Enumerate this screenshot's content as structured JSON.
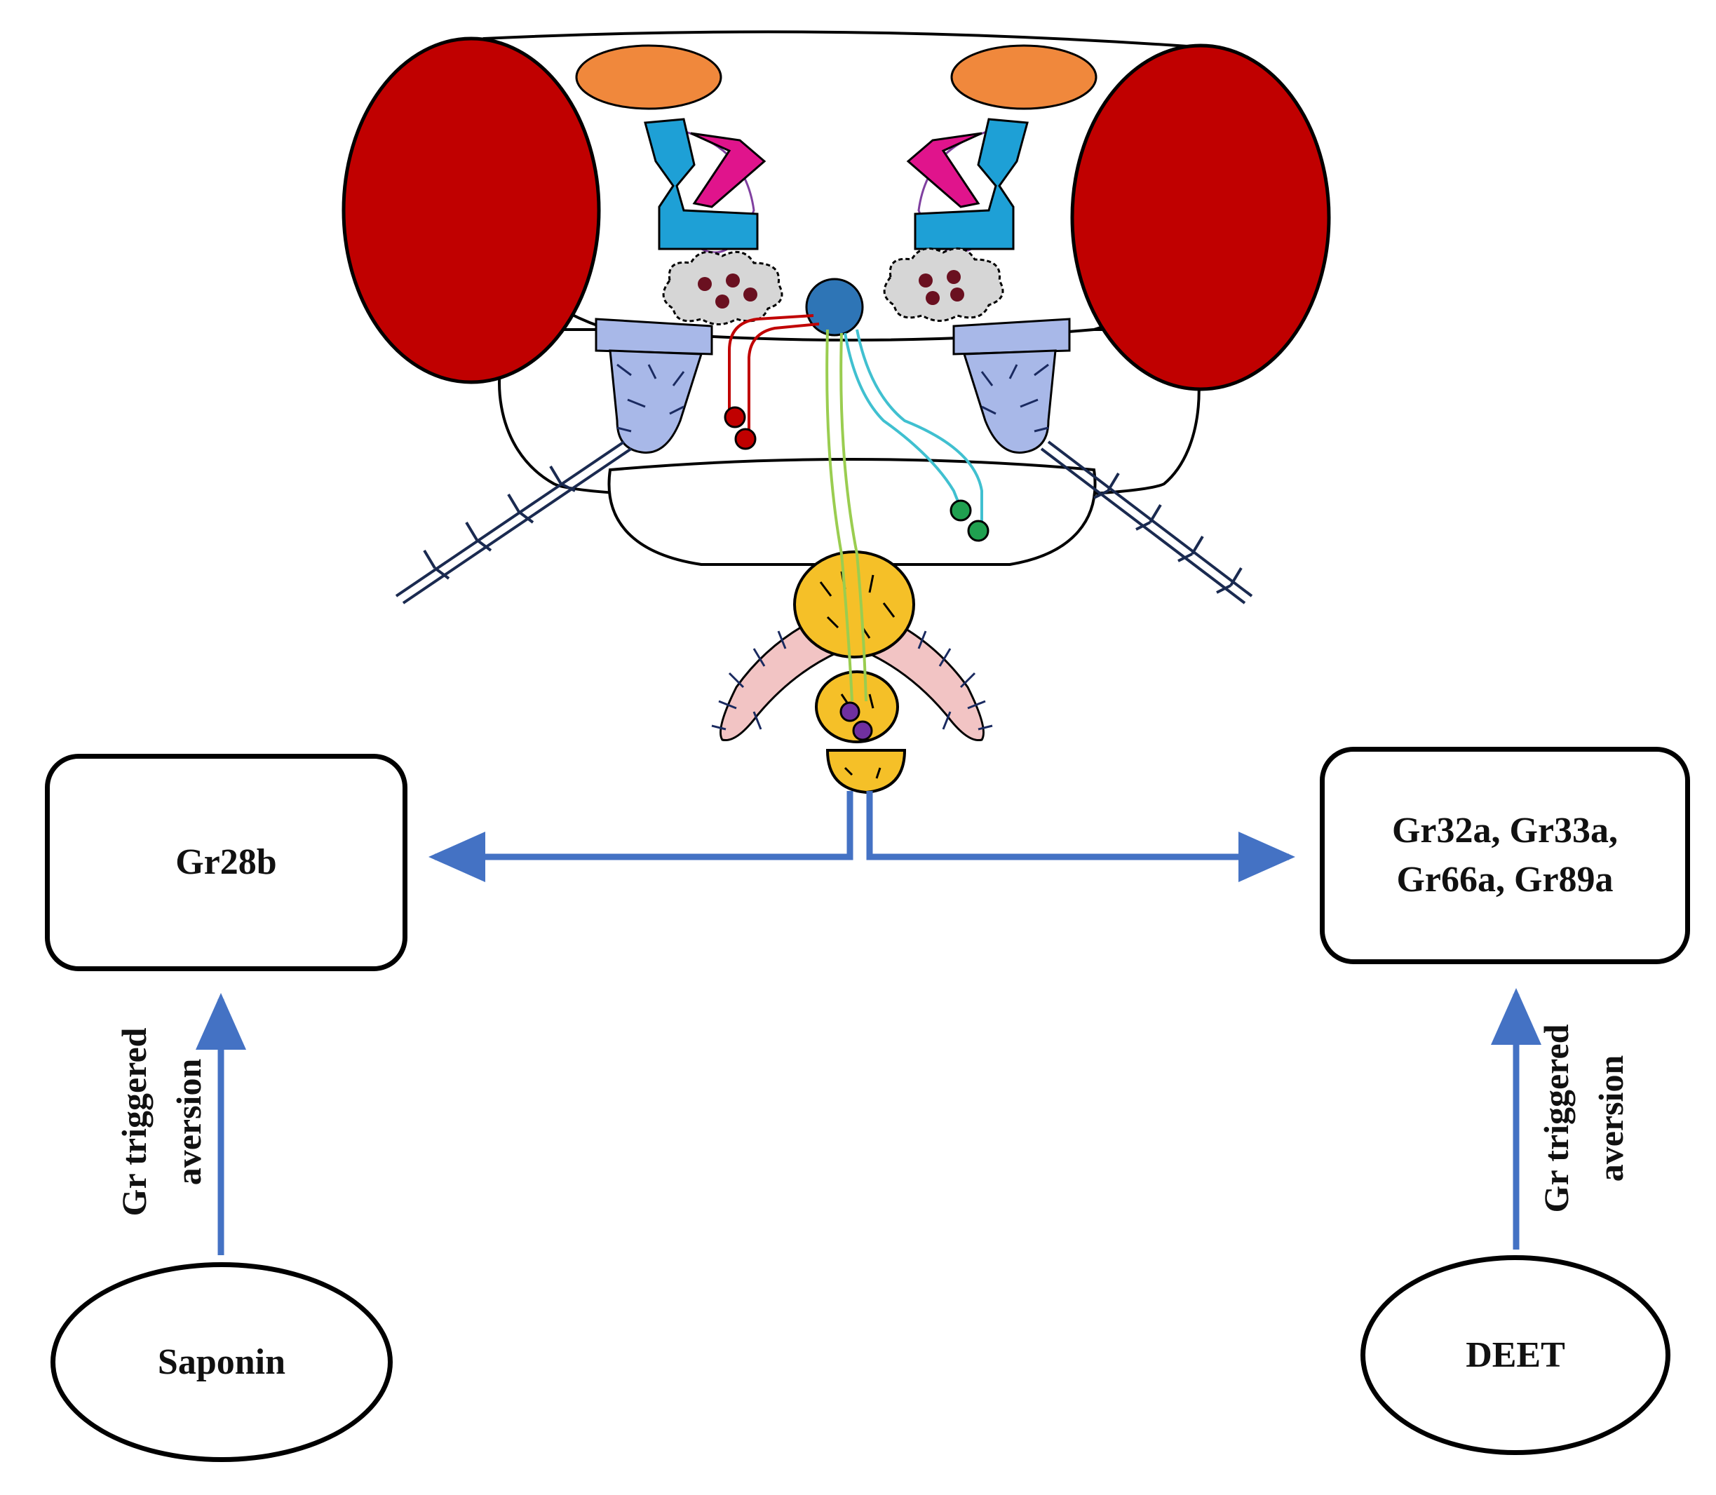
{
  "receptor_boxes": {
    "left": {
      "label": "Gr28b"
    },
    "right": {
      "line1": "Gr32a, Gr33a,",
      "line2": "Gr66a, Gr89a"
    }
  },
  "compounds": {
    "left": "Saponin",
    "right": "DEET"
  },
  "arrow_labels": {
    "left": {
      "line1": "Gr triggered",
      "line2": "aversion"
    },
    "right": {
      "line1": "Gr triggered",
      "line2": "aversion"
    }
  },
  "colors": {
    "eye": "#c00000",
    "ocelli_orange": "#f0883c",
    "antennal_blue": "#1ea0d6",
    "antennal_magenta": "#e0148c",
    "glomerulus_gray": "#d6d6d6",
    "maxillary_palp": "#a8b8e8",
    "central_node": "#2e75b6",
    "proboscis_yellow": "#f5c028",
    "leg_pink": "#f2c4c4",
    "arrow_blue": "#4472c4",
    "neuron_red": "#c00000",
    "neuron_green": "#9acd50",
    "neuron_cyan": "#40c0d0",
    "dot_green": "#20a050",
    "dot_purple": "#7030a0"
  }
}
